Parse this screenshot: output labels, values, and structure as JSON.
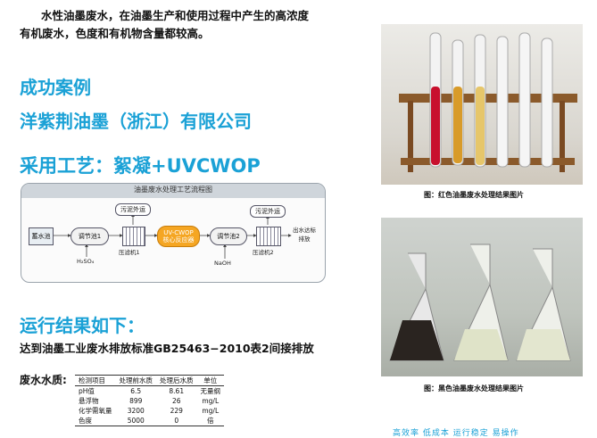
{
  "intro": {
    "line1": "水性油墨废水，在油墨生产和使用过程中产生的高浓度",
    "line2": "有机废水，色度和有机物含量都较高。"
  },
  "section_case": "成功案例",
  "company": "洋紫荆油墨（浙江）有限公司",
  "process": "采用工艺：絮凝+UVCWOP",
  "flowchart": {
    "title": "油墨废水处理工艺流程图",
    "tank": "蓄水池",
    "adjust1": "调节池1",
    "adjust2": "调节池2",
    "press1": "压滤机1",
    "press2": "压滤机2",
    "uv_line1": "UV-CWOP",
    "uv_line2": "核心反应器",
    "sludge1": "污泥外运",
    "sludge2": "污泥外运",
    "reagent1": "H₂SO₄",
    "reagent2": "NaOH",
    "outlet_line1": "出水达标",
    "outlet_line2": "排放"
  },
  "results_heading": "运行结果如下：",
  "standard": "达到油墨工业废水排放标准GB25463−2010表2间接排放",
  "water_label": "废水水质:",
  "table": {
    "headers": [
      "检测项目",
      "处理前水质",
      "处理后水质",
      "单位"
    ],
    "rows": [
      [
        "pH值",
        "6.5",
        "8.61",
        "无量纲"
      ],
      [
        "悬浮物",
        "899",
        "26",
        "mg/L"
      ],
      [
        "化学需氧量",
        "3200",
        "229",
        "mg/L"
      ],
      [
        "色度",
        "5000",
        "0",
        "倍"
      ]
    ]
  },
  "captions": {
    "red": "图：红色油墨废水处理结果图片",
    "black": "图：黑色油墨废水处理结果图片"
  },
  "footer": "高效率 低成本 运行稳定 易操作",
  "colors": {
    "accent": "#1aa1d6",
    "uv_box": "#f5a623"
  }
}
